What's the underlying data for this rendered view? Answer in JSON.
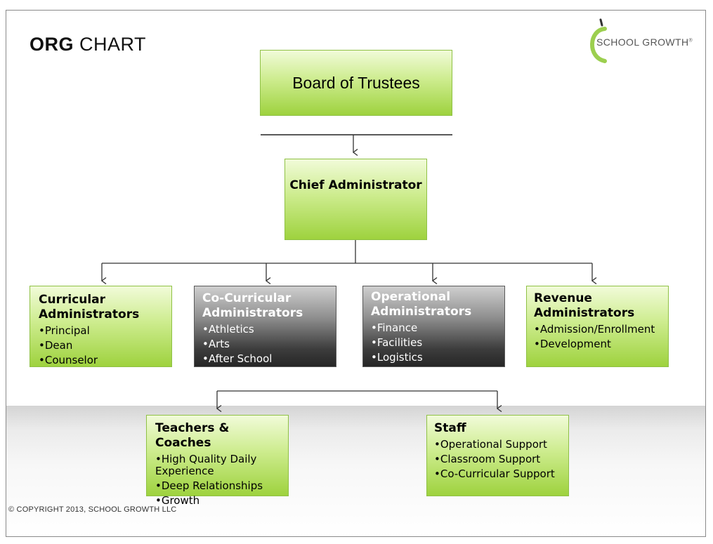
{
  "title": {
    "bold": "ORG",
    "rest": "CHART"
  },
  "logo": {
    "text": "SCHOOL GROWTH",
    "mark": "®"
  },
  "nodes": {
    "board": {
      "title": "Board of Trustees"
    },
    "chief": {
      "title": "Chief Administrator"
    },
    "curricular": {
      "title_line1": "Curricular",
      "title_line2": "Administrators",
      "items": [
        "•Principal",
        "•Dean",
        "•Counselor"
      ]
    },
    "cocurricular": {
      "title_line1": "Co-Curricular",
      "title_line2": "Administrators",
      "items": [
        "•Athletics",
        "•Arts",
        "•After School"
      ]
    },
    "operational": {
      "title_line1": "Operational",
      "title_line2": "Administrators",
      "items": [
        "•Finance",
        "•Facilities",
        "•Logistics"
      ]
    },
    "revenue": {
      "title_line1": "Revenue",
      "title_line2": "Administrators",
      "items": [
        "•Admission/Enrollment",
        "•Development"
      ]
    },
    "teachers": {
      "title": "Teachers & Coaches",
      "items": [
        "•High Quality Daily Experience",
        "•Deep Relationships",
        "•Growth"
      ]
    },
    "staff": {
      "title": "Staff",
      "items": [
        "•Operational Support",
        "•Classroom Support",
        "•Co-Curricular Support"
      ]
    }
  },
  "colors": {
    "box_green": "#b5df66",
    "box_dark": "#3d3d3d",
    "connector": "#333333",
    "logo_green": "#9ccf4f"
  },
  "copyright": "© COPYRIGHT 2013, SCHOOL GROWTH LLC"
}
